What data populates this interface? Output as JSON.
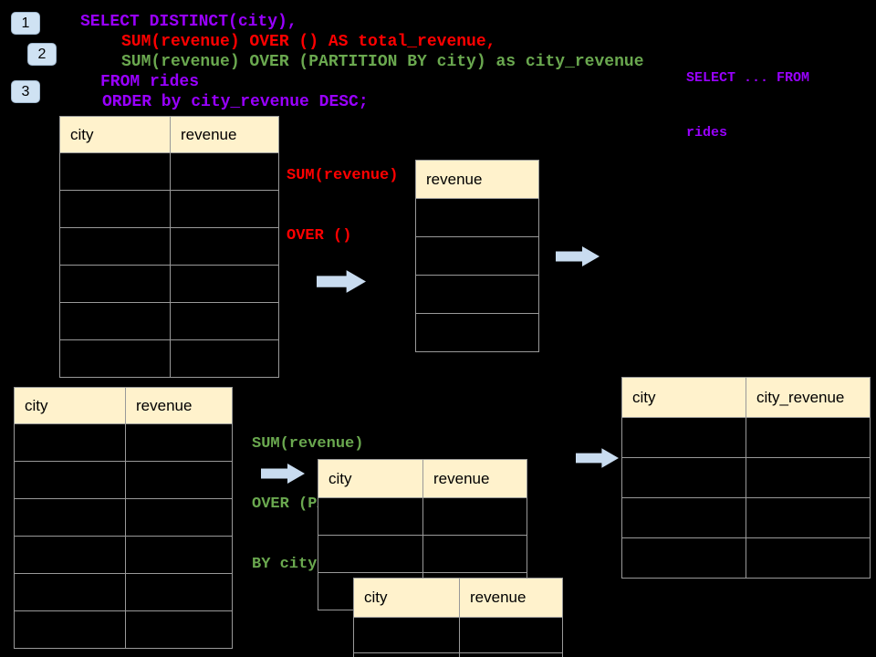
{
  "slide": {
    "background_color": "#000000",
    "step_badges": [
      {
        "label": "1"
      },
      {
        "label": "2"
      },
      {
        "label": "3"
      }
    ],
    "sql_code": {
      "line1": {
        "text": "SELECT DISTINCT(city),",
        "color": "#9900ff"
      },
      "line2": {
        "text": "SUM(revenue) OVER () AS total_revenue,",
        "color": "#ff0000"
      },
      "line3": {
        "text": "SUM(revenue) OVER (PARTITION BY city) as city_revenue",
        "color": "#6aa84f"
      },
      "line4": {
        "text": "FROM rides",
        "color": "#9900ff"
      },
      "line5": {
        "text": "ORDER by city_revenue DESC;",
        "color": "#9900ff"
      }
    },
    "from_note": {
      "line1": "SELECT ... FROM",
      "line2": "rides",
      "color": "#9900ff"
    },
    "annotation_total_revenue": {
      "line1": "SUM(revenue)",
      "line2": "OVER ()",
      "color": "#ff0000"
    },
    "annotation_partition": {
      "line1": "SUM(revenue)",
      "line2": "OVER (PARTITION",
      "line3": "BY city)",
      "color": "#6aa84f"
    },
    "tables": {
      "source_top": {
        "headers": [
          "city",
          "revenue"
        ],
        "body_rows": 6
      },
      "total_revenue_step": {
        "headers": [
          "revenue"
        ],
        "body_rows": 4
      },
      "source_bottom": {
        "headers": [
          "city",
          "revenue"
        ],
        "body_rows": 6
      },
      "partition_back": {
        "headers": [
          "city",
          "revenue"
        ],
        "body_rows": 3
      },
      "partition_front": {
        "headers": [
          "city",
          "revenue"
        ],
        "body_rows": 2
      },
      "result": {
        "headers": [
          "city",
          "city_revenue"
        ],
        "body_rows": 4
      }
    },
    "icons": {
      "arrows": [
        "right-arrow-icon",
        "right-arrow-icon",
        "right-arrow-icon",
        "right-arrow-icon"
      ]
    },
    "colors": {
      "table_header_fill": "#fff2cc",
      "badge_fill": "#cfe2f3",
      "arrow_fill": "#c9dcf0",
      "table_border": "#999999",
      "sql_purple": "#9900ff",
      "sql_red": "#ff0000",
      "sql_green": "#6aa84f"
    }
  }
}
